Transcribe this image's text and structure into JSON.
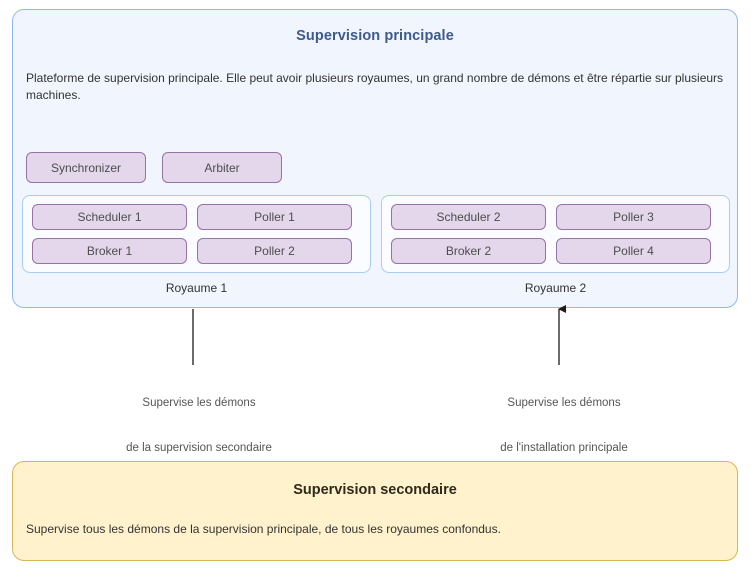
{
  "primary": {
    "title": "Supervision principale",
    "description": "Plateforme de supervision principale. Elle peut avoir plusieurs royaumes, un grand nombre de démons et être répartie sur plusieurs machines.",
    "global_daemons": [
      {
        "label": "Synchronizer"
      },
      {
        "label": "Arbiter"
      }
    ],
    "realms": [
      {
        "label": "Royaume 1",
        "daemons": [
          {
            "label": "Scheduler 1"
          },
          {
            "label": "Poller 1"
          },
          {
            "label": "Broker 1"
          },
          {
            "label": "Poller 2"
          }
        ]
      },
      {
        "label": "Royaume 2",
        "daemons": [
          {
            "label": "Scheduler 2"
          },
          {
            "label": "Poller 3"
          },
          {
            "label": "Broker 2"
          },
          {
            "label": "Poller 4"
          }
        ]
      }
    ]
  },
  "connections": [
    {
      "name": "supervises-secondary",
      "direction": "down",
      "label_line1": "Supervise les démons",
      "label_line2": "de la supervision secondaire"
    },
    {
      "name": "supervises-primary",
      "direction": "up",
      "label_line1": "Supervise les démons",
      "label_line2": "de l'installation principale"
    }
  ],
  "secondary": {
    "title": "Supervision secondaire",
    "description": "Supervise tous les démons de la supervision principale, de tous les royaumes confondus."
  },
  "colors": {
    "primary_fill": "#f0f5fe",
    "primary_border": "#8fb9f2",
    "primary_title": "#3d5a8a",
    "daemon_fill": "#e4d7ec",
    "daemon_border": "#9673a6",
    "realm_fill": "#fbfcff",
    "realm_border": "#a9cdf5",
    "secondary_fill": "#fff2cc",
    "secondary_border": "#d6b656",
    "arrow": "#1a1a1a",
    "body_text": "#333333"
  }
}
